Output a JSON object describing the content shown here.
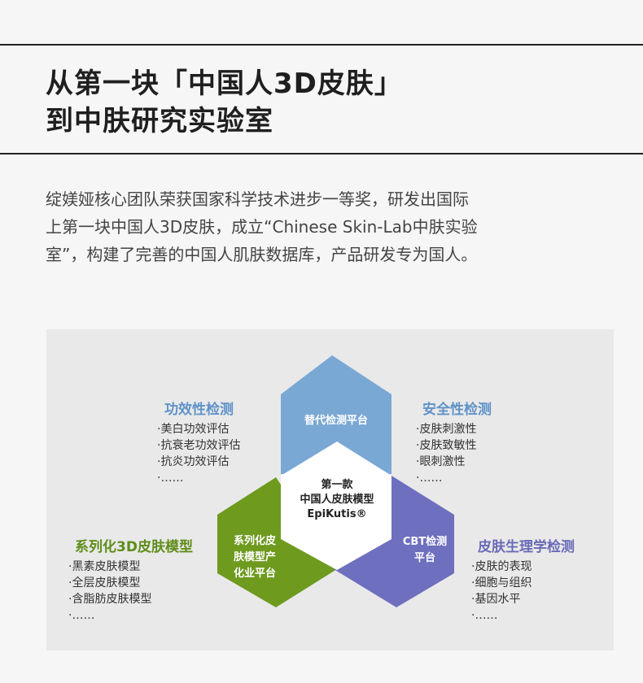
{
  "title": {
    "line1": "从第一块「中国人3D皮肤」",
    "line2": "到中肤研究实验室"
  },
  "intro": {
    "line1": "绽媄娅核心团队荣获国家科学技术进步一等奖，研发出国际",
    "line2": "上第一块中国人3D皮肤，成立“Chinese Skin-Lab中肤实验",
    "line3": "室”，构建了完善的中国人肌肤数据库，产品研发专为国人。"
  },
  "colors": {
    "blue": "#7aa8d4",
    "green": "#6e9a1e",
    "purple": "#6e6fbf",
    "blue_title": "#5f92c8",
    "green_title": "#5f8d1a",
    "purple_title": "#6a6ab8"
  },
  "diagram": {
    "center": {
      "line1": "第一款",
      "line2": "中国人皮肤模型",
      "line3": "EpiKutis®"
    },
    "platforms": {
      "top": "替代检测平台",
      "left_line1": "系列化皮",
      "left_line2": "肤模型产",
      "left_line3": "化业平台",
      "right_line1": "CBT检测",
      "right_line2": "平台"
    },
    "groups": {
      "efficacy": {
        "title": "功效性检测",
        "items": [
          "·美白功效评估",
          "·抗衰老功效评估",
          "·抗炎功效评估",
          "·……"
        ]
      },
      "safety": {
        "title": "安全性检测",
        "items": [
          "·皮肤刺激性",
          "·皮肤致敏性",
          "·眼刺激性",
          "·……"
        ]
      },
      "models": {
        "title": "系列化3D皮肤模型",
        "items": [
          "·黑素皮肤模型",
          "·全层皮肤模型",
          "·含脂肪皮肤模型",
          "·……"
        ]
      },
      "physiology": {
        "title": "皮肤生理学检测",
        "items": [
          "·皮肤的表现",
          "·细胞与组织",
          "·基因水平",
          "·……"
        ]
      }
    }
  }
}
